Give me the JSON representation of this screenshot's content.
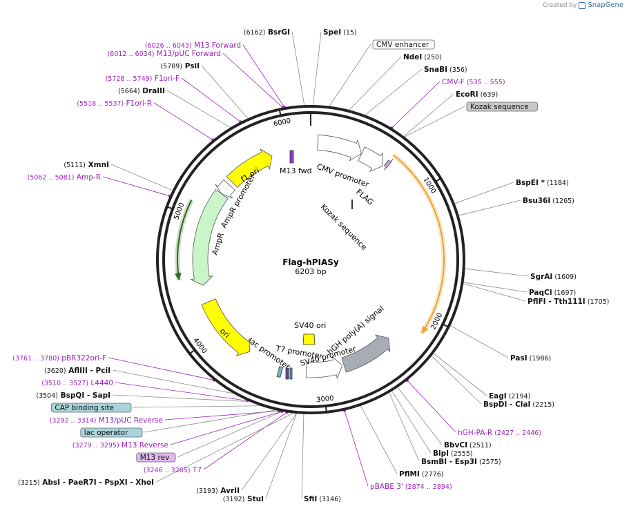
{
  "branding": {
    "created_by": "Created by",
    "app_name": "SnapGene"
  },
  "plasmid": {
    "name": "Flag-hPIASy",
    "size_label": "6203 bp",
    "length": 6203
  },
  "colors": {
    "primer": "#a020c0",
    "enzyme": "#111111",
    "line": "#8a8a8a"
  },
  "ticks": [
    {
      "pos": 1000,
      "label": "1000"
    },
    {
      "pos": 2000,
      "label": "2000"
    },
    {
      "pos": 3000,
      "label": "3000"
    },
    {
      "pos": 4000,
      "label": "4000"
    },
    {
      "pos": 5000,
      "label": "5000"
    },
    {
      "pos": 6000,
      "label": "6000"
    }
  ],
  "right_labels": [
    {
      "type": "enzyme",
      "name": "SpeI",
      "coord": "(15)",
      "pos": 15
    },
    {
      "type": "box",
      "name": "CMV enhancer",
      "pos": 120,
      "style": "white"
    },
    {
      "type": "enzyme",
      "name": "NdeI",
      "coord": "(250)",
      "pos": 250
    },
    {
      "type": "enzyme",
      "name": "SnaBI",
      "coord": "(356)",
      "pos": 356
    },
    {
      "type": "primer",
      "name": "CMV-F",
      "coord": "(535 .. 555)",
      "pos": 545
    },
    {
      "type": "enzyme",
      "name": "EcoRI",
      "coord": "(639)",
      "pos": 639
    },
    {
      "type": "box",
      "name": "Kozak sequence",
      "pos": 645,
      "style": "gray"
    },
    {
      "type": "enzyme",
      "name": "BspEI *",
      "coord": "(1184)",
      "pos": 1184
    },
    {
      "type": "enzyme",
      "name": "Bsu36I",
      "coord": "(1265)",
      "pos": 1265
    },
    {
      "type": "enzyme",
      "name": "SgrAI",
      "coord": "(1609)",
      "pos": 1609
    },
    {
      "type": "enzyme",
      "name": "PaqCI",
      "coord": "(1697)",
      "pos": 1697
    },
    {
      "type": "enzyme2",
      "name": "PflFI",
      "name2": "Tth111I",
      "coord": "(1705)",
      "pos": 1705
    },
    {
      "type": "enzyme",
      "name": "PasI",
      "coord": "(1986)",
      "pos": 1986
    },
    {
      "type": "enzyme",
      "name": "EagI",
      "coord": "(2194)",
      "pos": 2194
    },
    {
      "type": "enzyme2",
      "name": "BspDI",
      "name2": "ClaI",
      "coord": "(2215)",
      "pos": 2215
    },
    {
      "type": "primer",
      "name": "hGH-PA-R",
      "coord": "(2427 .. 2446)",
      "pos": 2436
    },
    {
      "type": "enzyme",
      "name": "BbvCI",
      "coord": "(2511)",
      "pos": 2511
    },
    {
      "type": "enzyme",
      "name": "BlpI",
      "coord": "(2555)",
      "pos": 2555
    },
    {
      "type": "enzyme2",
      "name": "BsmBI",
      "name2": "Esp3I",
      "coord": "(2575)",
      "pos": 2575
    },
    {
      "type": "enzyme",
      "name": "PflMI",
      "coord": "(2776)",
      "pos": 2776
    },
    {
      "type": "primer",
      "name": "pBABE 3'",
      "coord": "(2874 .. 2894)",
      "pos": 2884
    },
    {
      "type": "enzyme",
      "name": "SfiI",
      "coord": "(3146)",
      "pos": 3146
    }
  ],
  "left_labels": [
    {
      "type": "enzyme",
      "name": "BsrGI",
      "coord": "(6162)",
      "pos": 6162
    },
    {
      "type": "primer",
      "name": "M13 Forward",
      "coord": "(6026 .. 6043)",
      "pos": 6034
    },
    {
      "type": "primer",
      "name": "M13/pUC Forward",
      "coord": "(6012 .. 6034)",
      "pos": 6023
    },
    {
      "type": "enzyme",
      "name": "PsiI",
      "coord": "(5789)",
      "pos": 5789
    },
    {
      "type": "primer",
      "name": "F1ori-F",
      "coord": "(5728 .. 5749)",
      "pos": 5738
    },
    {
      "type": "enzyme",
      "name": "DraIII",
      "coord": "(5664)",
      "pos": 5664
    },
    {
      "type": "primer",
      "name": "F1ori-R",
      "coord": "(5518 .. 5537)",
      "pos": 5527
    },
    {
      "type": "enzyme",
      "name": "XmnI",
      "coord": "(5111)",
      "pos": 5111
    },
    {
      "type": "primer",
      "name": "Amp-R",
      "coord": "(5062 .. 5081)",
      "pos": 5071
    },
    {
      "type": "primer",
      "name": "pBR322ori-F",
      "coord": "(3761 .. 3780)",
      "pos": 3770
    },
    {
      "type": "enzyme2",
      "name": "AflIII",
      "name2": "PciI",
      "coord": "(3620)",
      "pos": 3620
    },
    {
      "type": "primer",
      "name": "L4440",
      "coord": "(3510 .. 3527)",
      "pos": 3518
    },
    {
      "type": "enzyme2",
      "name": "BspQI",
      "name2": "SapI",
      "coord": "(3504)",
      "pos": 3504
    },
    {
      "type": "box",
      "name": "CAP binding site",
      "pos": 3430,
      "style": "blue"
    },
    {
      "type": "primer",
      "name": "M13/pUC Reverse",
      "coord": "(3292 .. 3314)",
      "pos": 3303
    },
    {
      "type": "box",
      "name": "lac operator",
      "pos": 3330,
      "style": "blue"
    },
    {
      "type": "primer",
      "name": "M13 Reverse",
      "coord": "(3279 .. 3295)",
      "pos": 3287
    },
    {
      "type": "box",
      "name": "M13 rev",
      "pos": 3287,
      "style": "purple"
    },
    {
      "type": "primer",
      "name": "T7",
      "coord": "(3246 .. 3265)",
      "pos": 3255
    },
    {
      "type": "enzyme4",
      "name": "AbsI",
      "name2": "PaeR7I",
      "name3": "PspXI",
      "name4": "XhoI",
      "coord": "(3215)",
      "pos": 3215
    },
    {
      "type": "enzyme",
      "name": "AvrII",
      "coord": "(3193)",
      "pos": 3193
    },
    {
      "type": "enzyme",
      "name": "StuI",
      "coord": "(3192)",
      "pos": 3192
    }
  ],
  "features": [
    {
      "name": "CMV enhancer",
      "start": 60,
      "end": 440,
      "color": "#ffffff",
      "dir": 1
    },
    {
      "name": "CMV promoter",
      "start": 442,
      "end": 645,
      "color": "#ffffff",
      "dir": 1
    },
    {
      "name": "FLAG",
      "start": 655,
      "end": 685,
      "color": "#c9a0d0",
      "dir": 1
    },
    {
      "name": "hGH poly(A) signal",
      "start": 2330,
      "end": 2800,
      "color": "#a7adb5",
      "dir": -1
    },
    {
      "name": "SV40 promoter",
      "start": 2815,
      "end": 3140,
      "color": "#ffffff",
      "dir": -1
    },
    {
      "name": "AmpR",
      "start": 4420,
      "end": 5280,
      "color": "#c9f5c9",
      "dir": -1
    },
    {
      "name": "AmpR promoter",
      "start": 5280,
      "end": 5385,
      "color": "#ffffff",
      "dir": -1
    },
    {
      "name": "ori",
      "start": 3680,
      "end": 4265,
      "color": "#ffff00",
      "dir": -1
    },
    {
      "name": "f1 ori",
      "start": 5420,
      "end": 5850,
      "color": "#ffff00",
      "dir": 1
    }
  ],
  "inner_labels": [
    {
      "name": "M13 fwd"
    },
    {
      "name": "CMV promoter"
    },
    {
      "name": "FLAG"
    },
    {
      "name": "Kozak sequence"
    },
    {
      "name": "f1 ori"
    },
    {
      "name": "AmpR promoter"
    },
    {
      "name": "AmpR"
    },
    {
      "name": "ori"
    },
    {
      "name": "SV40 ori"
    },
    {
      "name": "hGH poly(A) signal"
    },
    {
      "name": "lac promoter"
    },
    {
      "name": "T7 promoter"
    },
    {
      "name": "SV40 promoter"
    }
  ],
  "orfs": [
    {
      "start": 660,
      "end": 2130,
      "color": "#f0a030",
      "dir": 1
    },
    {
      "start": 4500,
      "end": 5110,
      "color": "#2e6b1f",
      "dir": -1
    }
  ]
}
